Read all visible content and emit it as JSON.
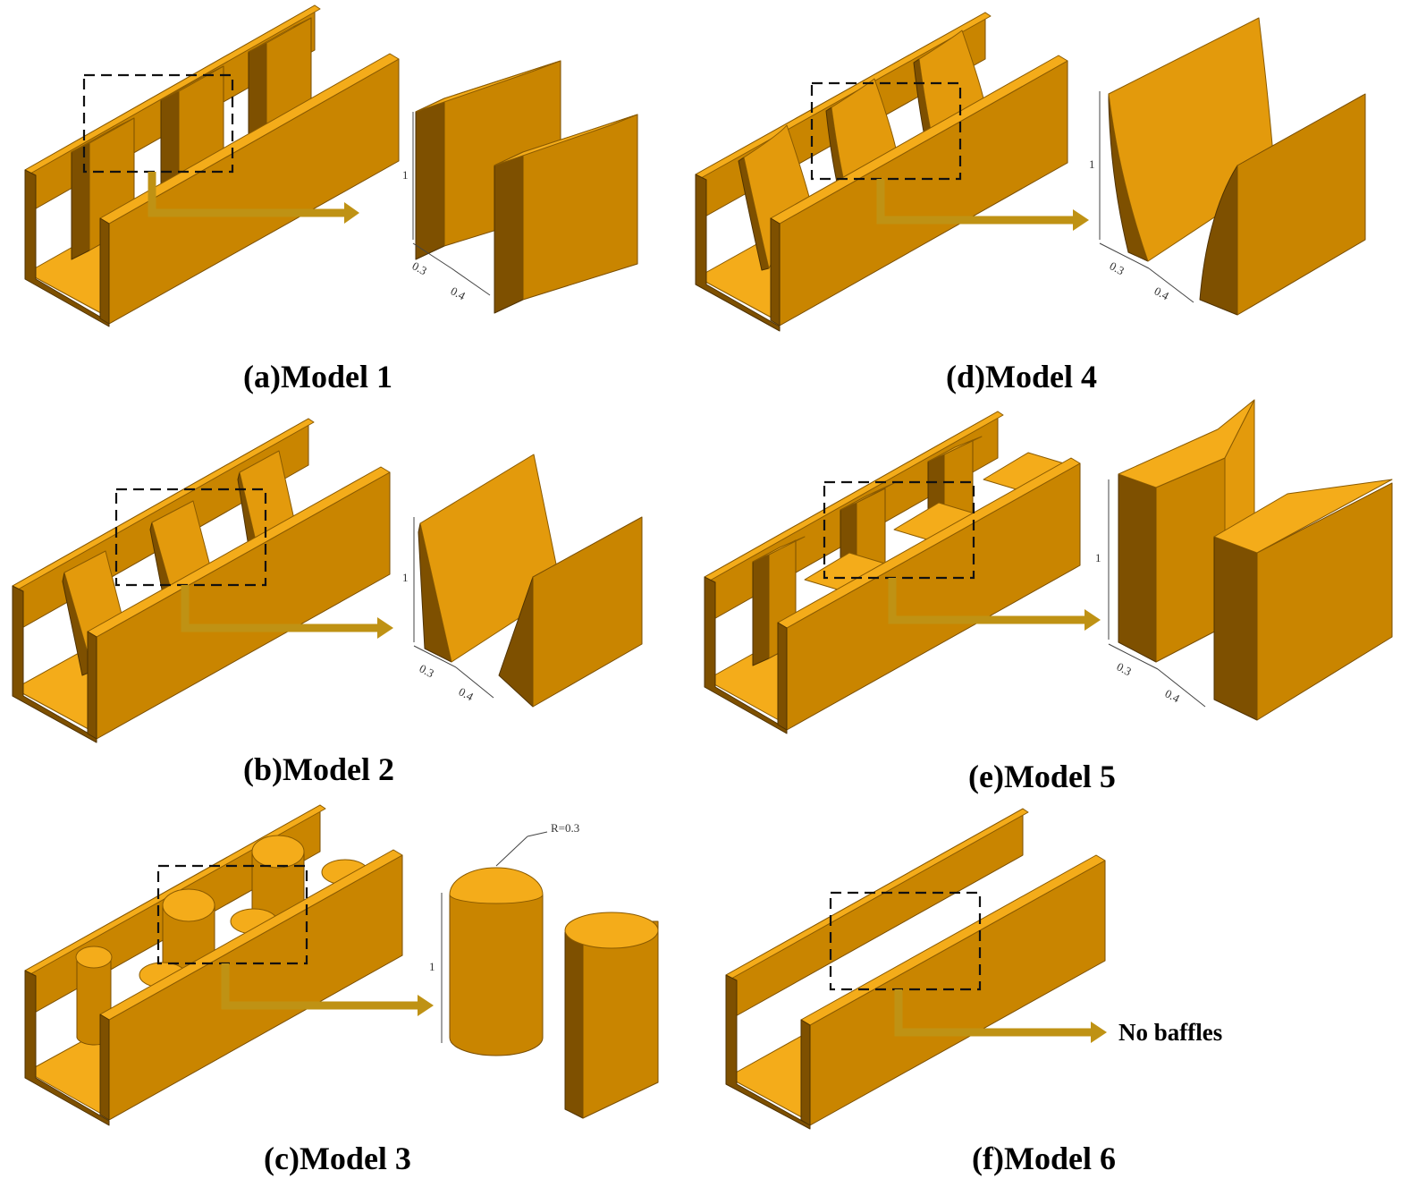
{
  "panels": [
    {
      "id": "a",
      "caption": "(a)Model 1",
      "dims": [
        "0.3",
        "0.4",
        "1"
      ]
    },
    {
      "id": "b",
      "caption": "(b)Model 2",
      "dims": [
        "0.3",
        "0.4",
        "1"
      ]
    },
    {
      "id": "c",
      "caption": "(c)Model 3",
      "dims": [
        "R=0.3",
        "1"
      ]
    },
    {
      "id": "d",
      "caption": "(d)Model 4",
      "dims": [
        "0.3",
        "0.4",
        "1"
      ]
    },
    {
      "id": "e",
      "caption": "(e)Model 5",
      "dims": [
        "0.3",
        "0.4",
        "1"
      ]
    },
    {
      "id": "f",
      "caption": "(f)Model 6",
      "note": "No baffles"
    }
  ],
  "colors": {
    "top_face": "#F4AC1A",
    "front_face": "#C98500",
    "side_face": "#7E5000",
    "arrow": "#BF9214",
    "zoom_box": "#111111"
  }
}
